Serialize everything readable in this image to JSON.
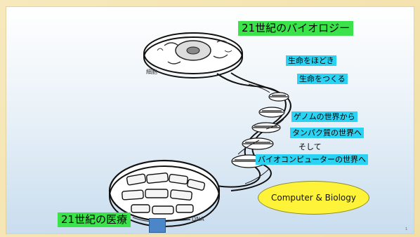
{
  "title": "21世紀のバイオロジー",
  "labels": {
    "cell": "細胞",
    "unravel": "生命をほどき",
    "create": "生命をつくる",
    "genome": "ゲノムの世界から",
    "protein": "タンパク質の世界へ",
    "and_then": "そして",
    "biocomputer": "バイオコンピューターの世界へ",
    "computer_biology": "Computer & Biology",
    "medicine": "21世紀の医療",
    "dna": "DNA",
    "page_number": "1"
  },
  "colors": {
    "title_bg": "#3ce24a",
    "label_bg": "#2ad3f4",
    "ellipse_bg": "#fff33a",
    "medicine_bg": "#3ce24a",
    "marker": "#4a86c8"
  }
}
